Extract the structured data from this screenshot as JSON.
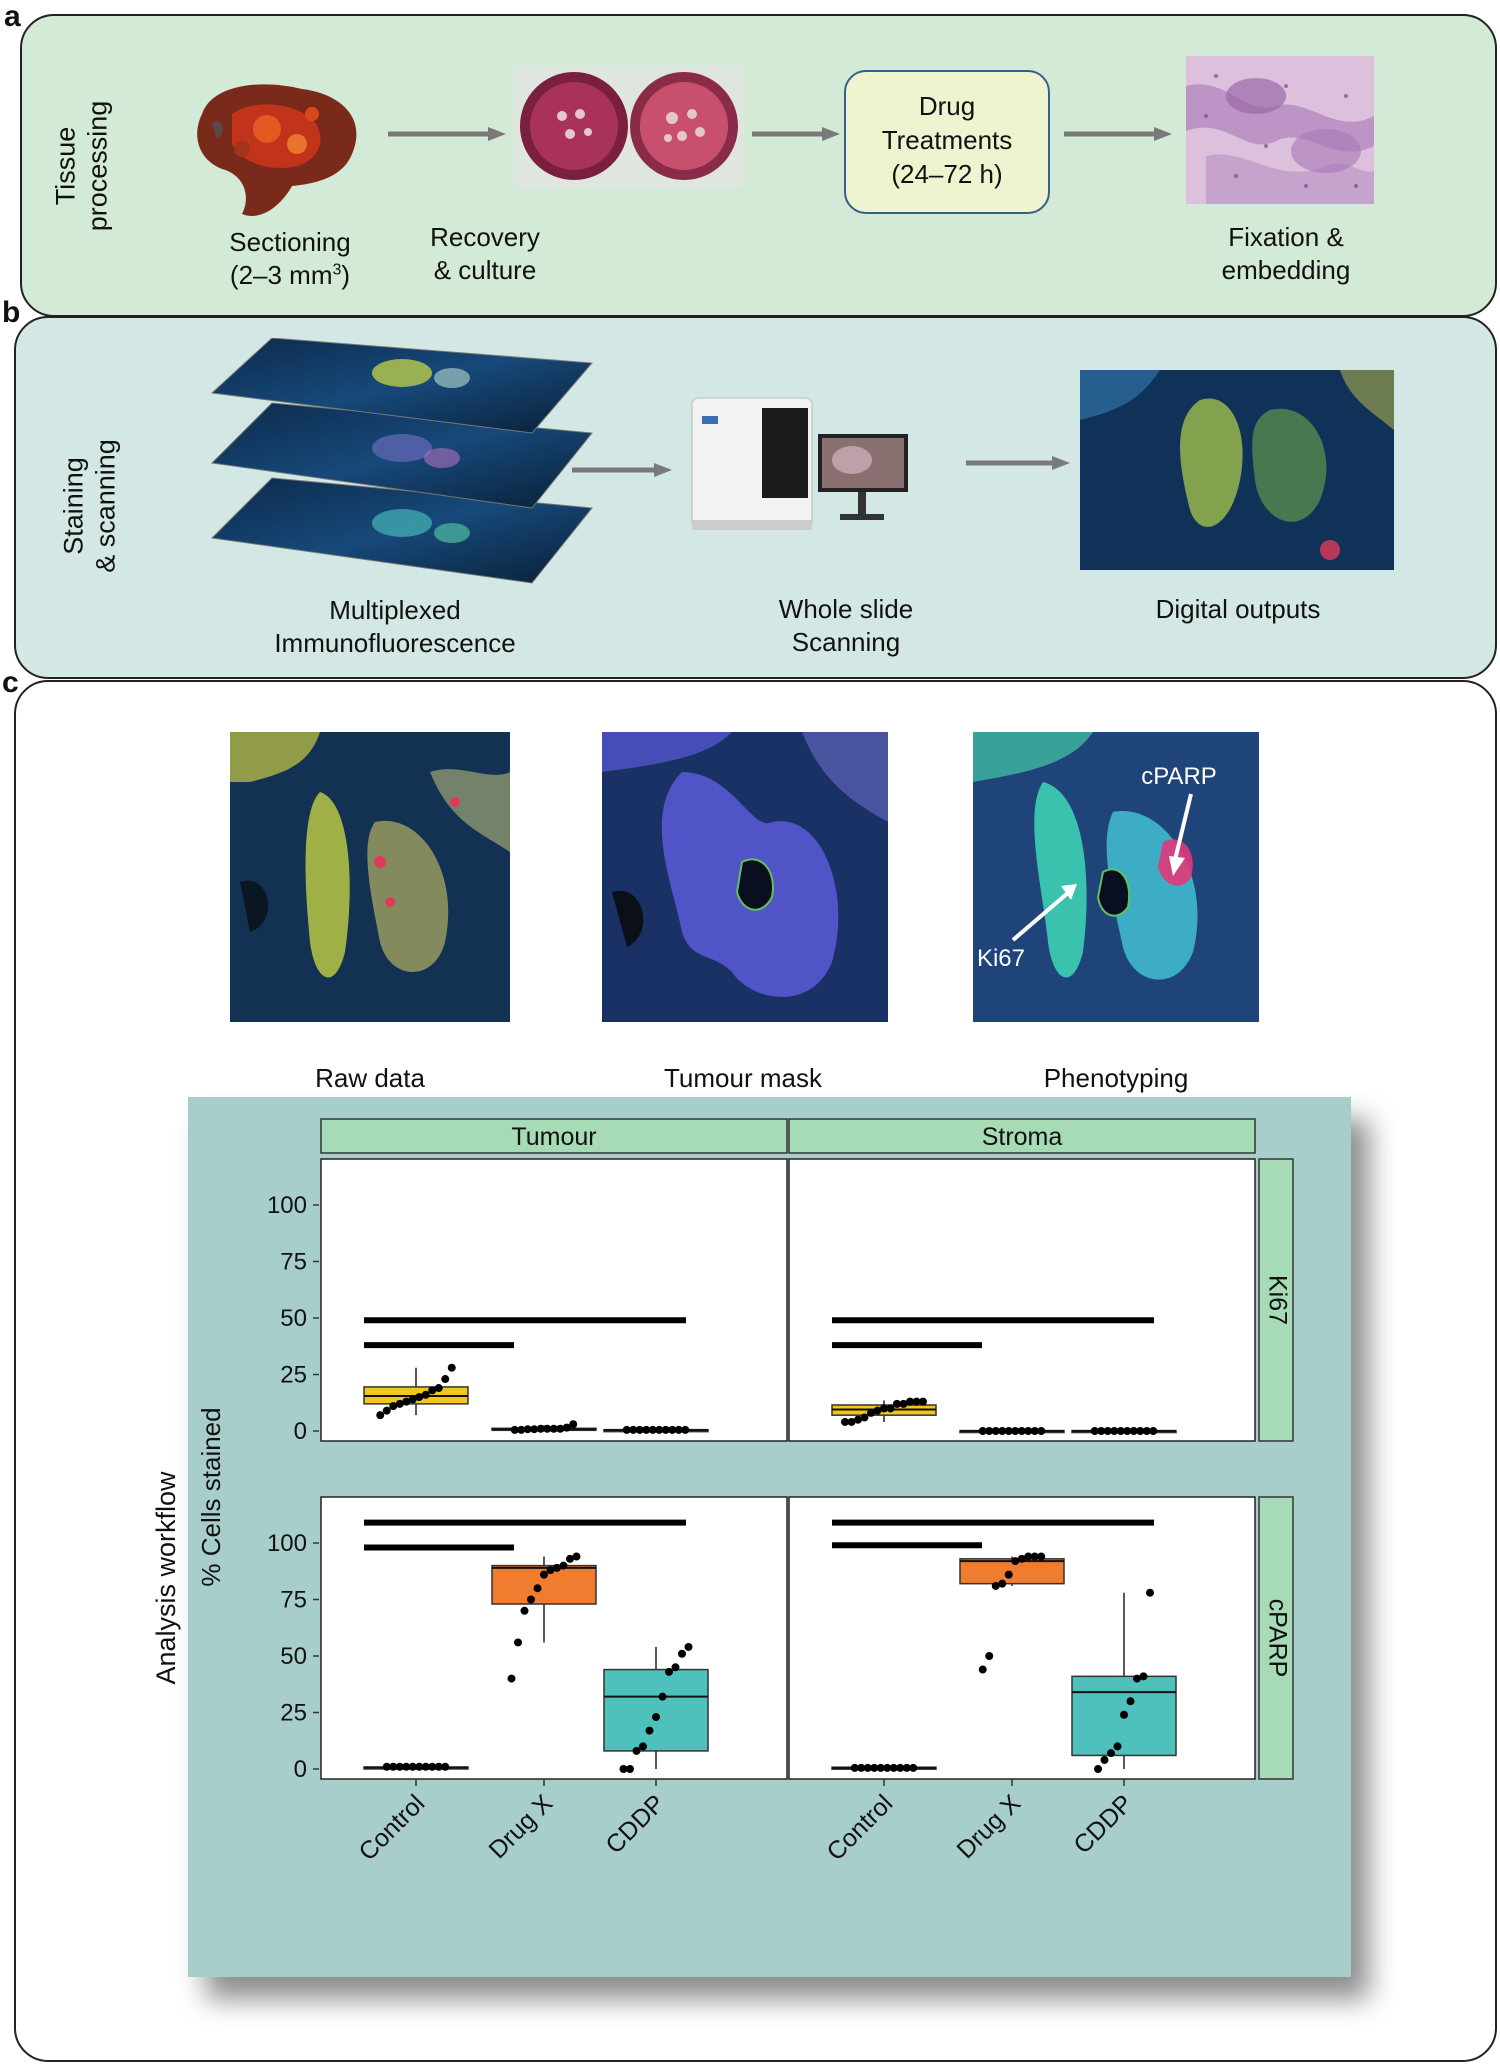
{
  "panels": {
    "a": {
      "letter": "a",
      "side_label": [
        "Tissue",
        "processing"
      ],
      "steps": [
        {
          "label_line1": "Sectioning",
          "label_line2": "(2–3 mm",
          "label_sup": "3",
          "label_tail": ")"
        },
        {
          "label_line1": "Recovery",
          "label_line2": "& culture"
        },
        {
          "label_line1": "Drug",
          "label_line2": "Treatments",
          "label_line3": "(24–72 h)"
        },
        {
          "label_line1": "Fixation &",
          "label_line2": "embedding"
        }
      ]
    },
    "b": {
      "letter": "b",
      "side_label": [
        "Staining",
        "& scanning"
      ],
      "steps": [
        {
          "label_line1": "Multiplexed",
          "label_line2": "Immunofluorescence"
        },
        {
          "label_line1": "Whole slide",
          "label_line2": "Scanning"
        },
        {
          "label_line1": "Digital outputs"
        }
      ]
    },
    "c": {
      "letter": "c",
      "side_label": "Analysis workflow",
      "images": [
        {
          "caption": "Raw data"
        },
        {
          "caption": "Tumour mask"
        },
        {
          "caption": "Phenotyping",
          "annotations": [
            "cPARP",
            "Ki67"
          ]
        }
      ]
    }
  },
  "colors": {
    "panel_a_bg": "#d3ead6",
    "panel_b_bg": "#d3e8e4",
    "chart_bg": "#a8cecc",
    "strip_bg": "#a6dbb6",
    "control": "#f2c71d",
    "drugx": "#f07c2f",
    "cddp": "#4fc1bd"
  },
  "chart_data": {
    "type": "box",
    "facet_columns": [
      "Tumour",
      "Stroma"
    ],
    "facet_rows": [
      "Ki67",
      "cPARP"
    ],
    "categories": [
      "Control",
      "Drug X",
      "CDDP"
    ],
    "ylabel": "% Cells stained",
    "ylim": [
      0,
      100
    ],
    "yticks": [
      0,
      25,
      50,
      75,
      100
    ],
    "panels": [
      {
        "column": "Tumour",
        "row": "Ki67",
        "boxes": [
          {
            "category": "Control",
            "q1": 12,
            "median": 15.5,
            "q3": 19.5,
            "whisker_low": 7,
            "whisker_high": 28,
            "points": [
              7,
              9,
              11,
              12,
              13,
              14,
              15,
              16,
              18,
              19,
              23,
              28
            ]
          },
          {
            "category": "Drug X",
            "q1": 0.3,
            "median": 0.8,
            "q3": 1.2,
            "whisker_low": 0,
            "whisker_high": 2.5,
            "points": [
              0.5,
              0.5,
              0.8,
              0.8,
              1,
              1,
              1,
              1,
              1.5,
              3
            ]
          },
          {
            "category": "CDDP",
            "q1": 0.2,
            "median": 0.4,
            "q3": 0.6,
            "whisker_low": 0,
            "whisker_high": 1,
            "points": [
              0.5,
              0.5,
              0.5,
              0.5,
              0.5,
              0.5,
              0.5,
              0.5,
              0.5,
              0.5
            ]
          }
        ],
        "significance": [
          [
            0,
            1,
            38
          ],
          [
            0,
            2,
            49
          ]
        ]
      },
      {
        "column": "Stroma",
        "row": "Ki67",
        "boxes": [
          {
            "category": "Control",
            "q1": 7,
            "median": 9.5,
            "q3": 11.5,
            "whisker_low": 4,
            "whisker_high": 13.5,
            "points": [
              4,
              4,
              5,
              6,
              8,
              9,
              10,
              10,
              12,
              12,
              13,
              13,
              13
            ]
          },
          {
            "category": "Drug X",
            "q1": 0,
            "median": 0,
            "q3": 0.2,
            "whisker_low": 0,
            "whisker_high": 0.2,
            "points": [
              0,
              0,
              0,
              0,
              0,
              0,
              0,
              0,
              0,
              0
            ]
          },
          {
            "category": "CDDP",
            "q1": 0,
            "median": 0,
            "q3": 0.2,
            "whisker_low": 0,
            "whisker_high": 0.2,
            "points": [
              0,
              0,
              0,
              0,
              0,
              0,
              0,
              0,
              0,
              0
            ]
          }
        ],
        "significance": [
          [
            0,
            1,
            38
          ],
          [
            0,
            2,
            49
          ]
        ]
      },
      {
        "column": "Tumour",
        "row": "cPARP",
        "boxes": [
          {
            "category": "Control",
            "q1": 0.3,
            "median": 0.6,
            "q3": 0.9,
            "whisker_low": 0,
            "whisker_high": 1,
            "points": [
              1,
              1,
              1,
              1,
              1,
              1,
              1,
              1,
              1,
              1
            ]
          },
          {
            "category": "Drug X",
            "q1": 73,
            "median": 89,
            "q3": 90,
            "whisker_low": 56,
            "whisker_high": 94,
            "points": [
              40,
              56,
              70,
              75,
              80,
              86,
              88,
              89,
              90,
              93,
              94
            ]
          },
          {
            "category": "CDDP",
            "q1": 8,
            "median": 32,
            "q3": 44,
            "whisker_low": 0,
            "whisker_high": 54,
            "points": [
              0,
              0,
              8,
              10,
              17,
              23,
              32,
              43,
              45,
              51,
              54
            ]
          }
        ],
        "significance": [
          [
            0,
            1,
            98
          ],
          [
            0,
            2,
            109
          ]
        ]
      },
      {
        "column": "Stroma",
        "row": "cPARP",
        "boxes": [
          {
            "category": "Control",
            "q1": 0.2,
            "median": 0.5,
            "q3": 0.8,
            "whisker_low": 0,
            "whisker_high": 0.8,
            "points": [
              0.5,
              0.5,
              0.5,
              0.5,
              0.5,
              0.5,
              0.5,
              0.5,
              0.5,
              0.5
            ]
          },
          {
            "category": "Drug X",
            "q1": 82,
            "median": 92,
            "q3": 93,
            "whisker_low": 81,
            "whisker_high": 94,
            "points": [
              44,
              50,
              81,
              82,
              86,
              92,
              93,
              94,
              94,
              94
            ]
          },
          {
            "category": "CDDP",
            "q1": 6,
            "median": 34,
            "q3": 41,
            "whisker_low": 0,
            "whisker_high": 78,
            "points": [
              0,
              4,
              7,
              10,
              24,
              30,
              40,
              41,
              78
            ]
          }
        ],
        "significance": [
          [
            0,
            1,
            99
          ],
          [
            0,
            2,
            109
          ]
        ]
      }
    ]
  }
}
